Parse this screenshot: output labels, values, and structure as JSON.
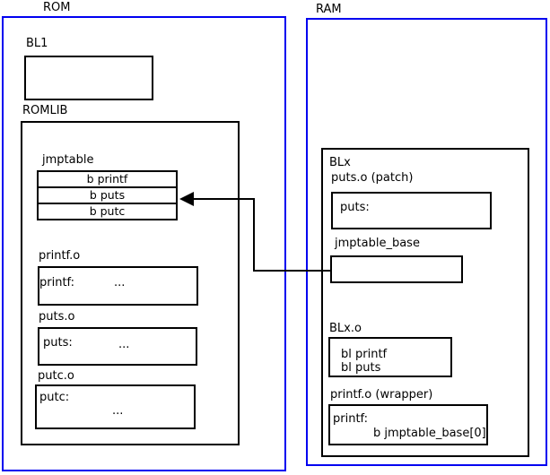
{
  "rom": {
    "title": "ROM",
    "bl1_label": "BL1",
    "romlib_label": "ROMLIB",
    "jmptable": {
      "label": "jmptable",
      "rows": [
        "b printf",
        "b puts",
        "b putc"
      ]
    },
    "printf_o": {
      "label": "printf.o",
      "symbol": "printf:",
      "ellipsis": "..."
    },
    "puts_o": {
      "label": "puts.o",
      "symbol": "puts:",
      "ellipsis": "..."
    },
    "putc_o": {
      "label": "putc.o",
      "symbol": "putc:",
      "ellipsis": "..."
    }
  },
  "ram": {
    "title": "RAM",
    "blx_label": "BLx",
    "puts_patch": {
      "label": "puts.o (patch)",
      "symbol": "puts:"
    },
    "jmptable_base_label": "jmptable_base",
    "blx_o": {
      "label": "BLx.o",
      "line1": "bl printf",
      "line2": "bl puts"
    },
    "printf_wrapper": {
      "label": "printf.o (wrapper)",
      "symbol": "printf:",
      "body": "b jmptable_base[0]"
    }
  },
  "colors": {
    "region_border": "#0000f0",
    "box_border": "#000000"
  }
}
